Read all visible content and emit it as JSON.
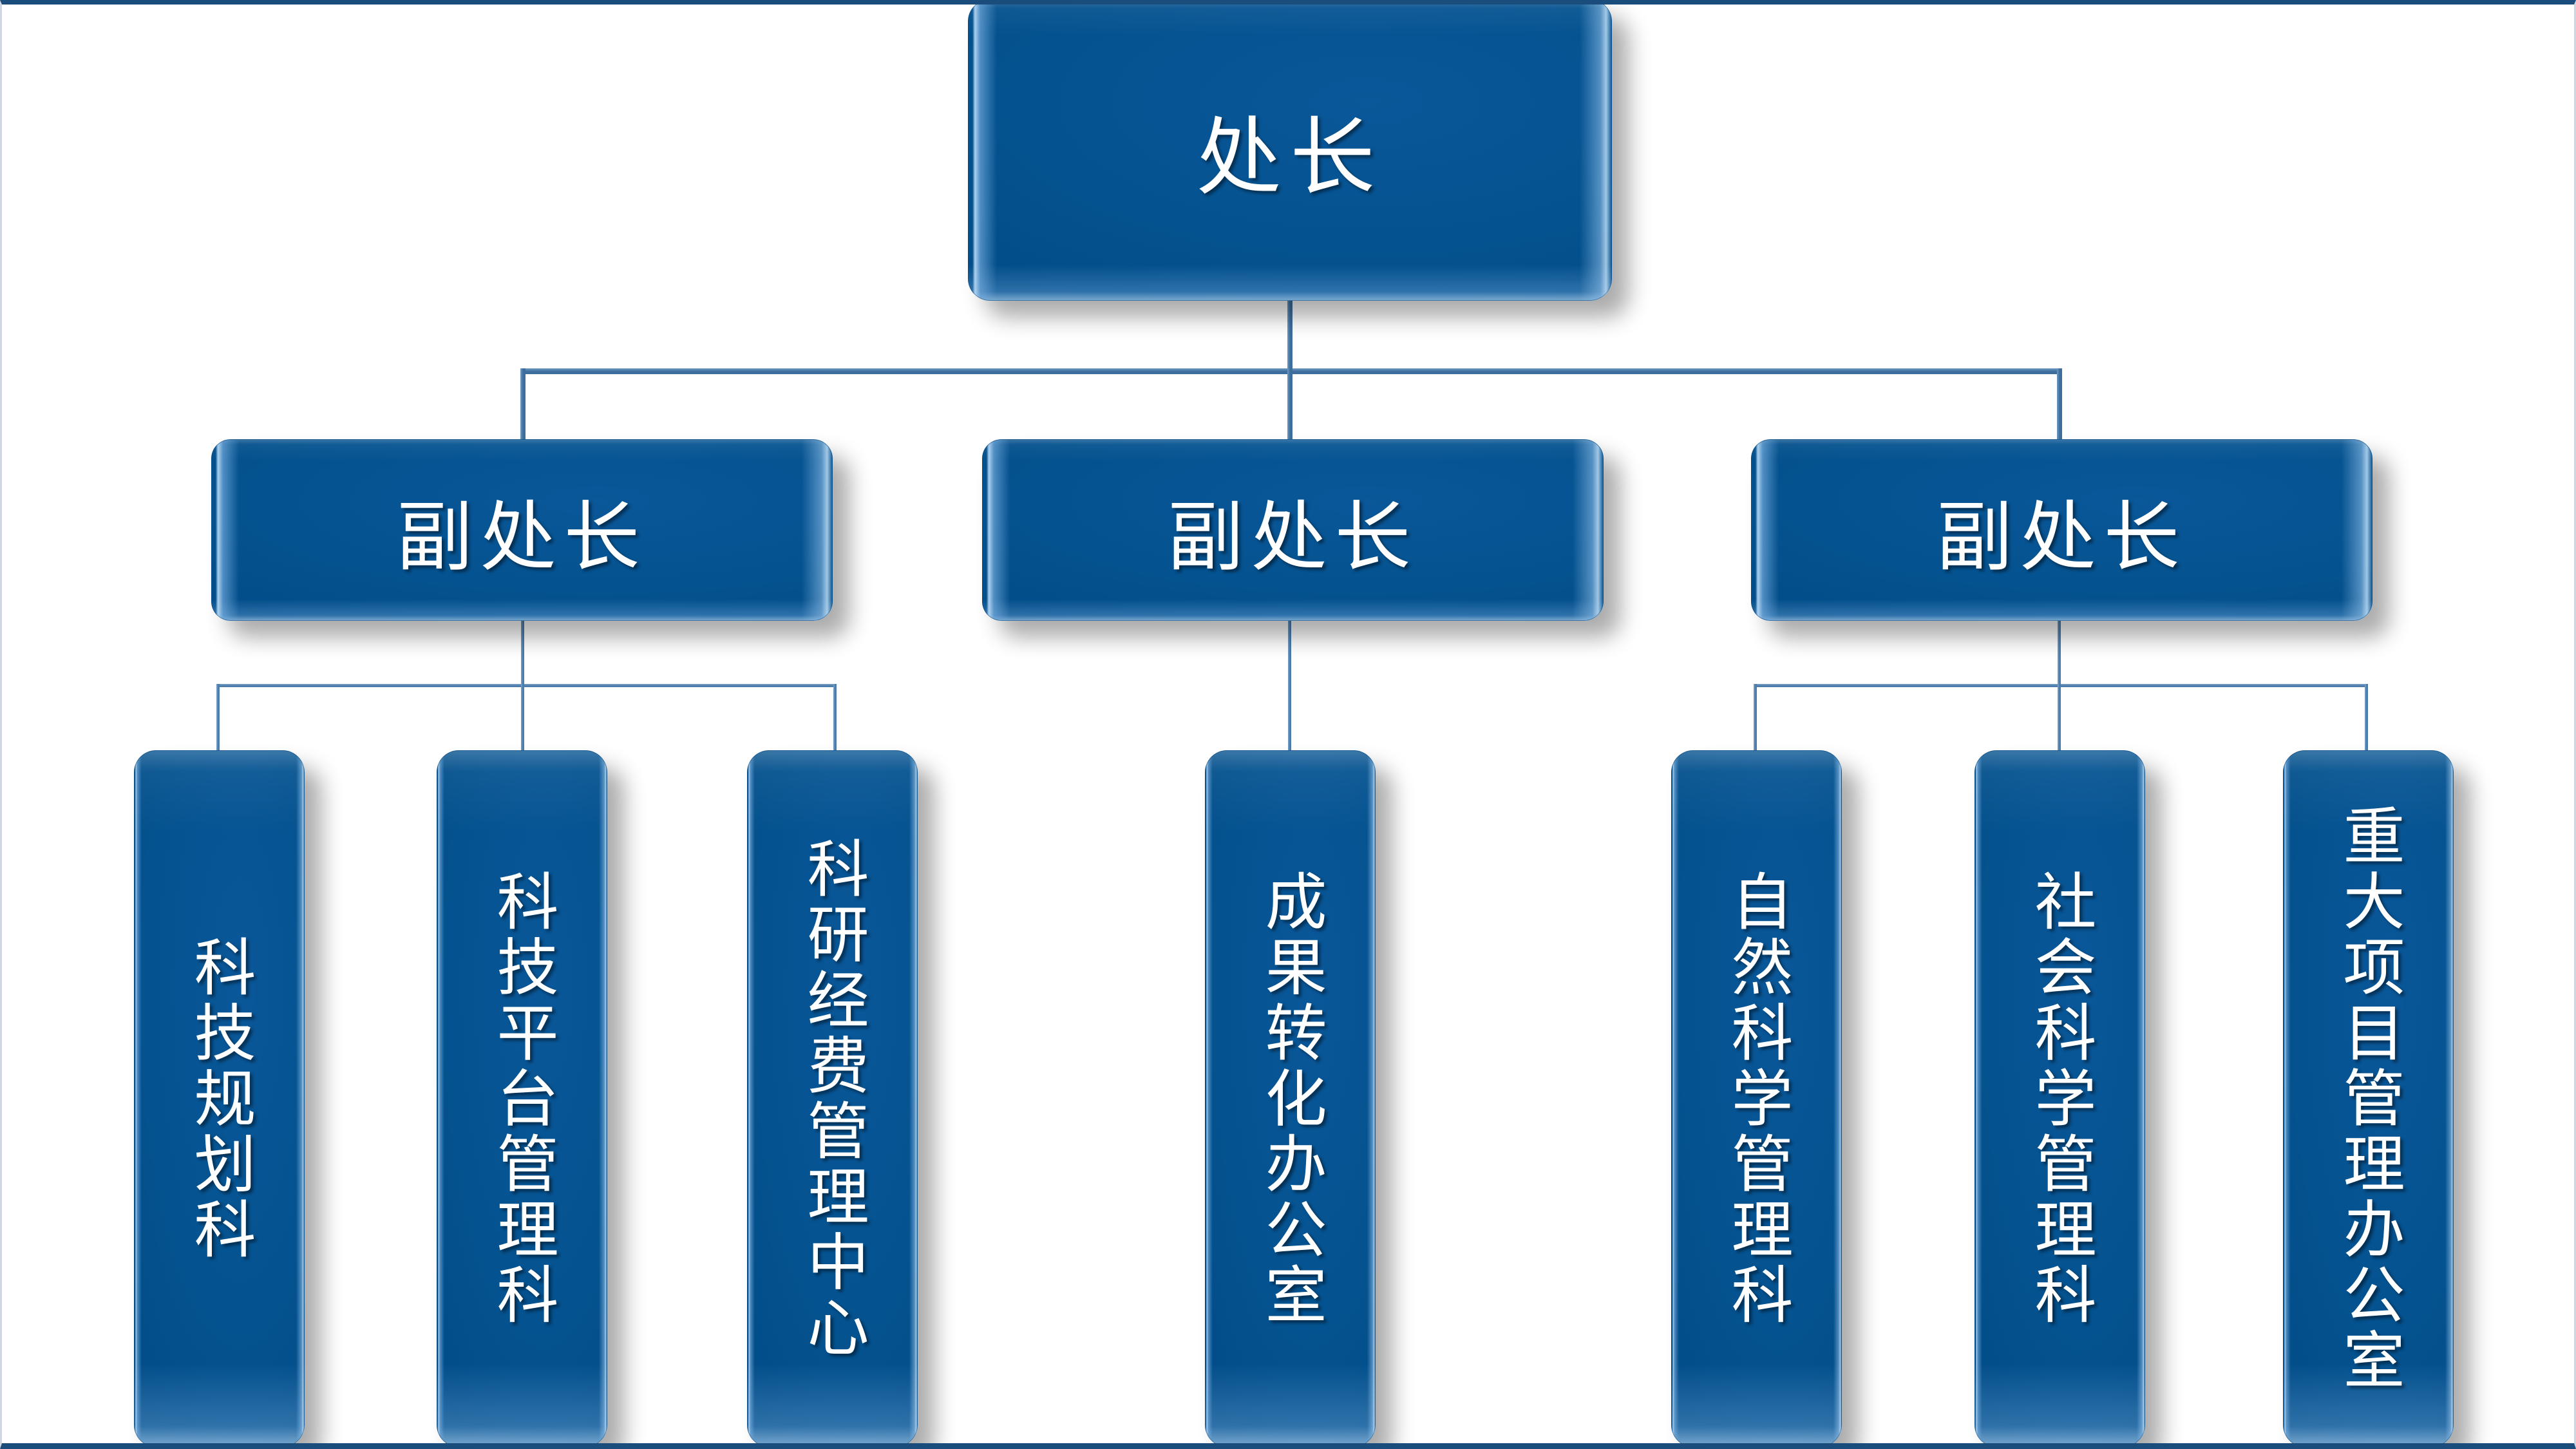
{
  "chart_title": "",
  "colors": {
    "node_fill": "#014C8C",
    "node_fill_light": "#0A5799",
    "node_edge_highlight": "#9ECBF0",
    "connector": "#3D6D9C",
    "connector_light": "#6D9BC4",
    "text": "#FFFFFF",
    "shadow": "rgba(0,0,0,0.33)",
    "page_background": "#FFFFFF",
    "page_border": "#1A4C7C"
  },
  "chart_data": {
    "type": "diagram",
    "diagram_kind": "organization-chart",
    "orientation": "top-down",
    "levels": 3,
    "root": {
      "id": "node-director",
      "label": "处长",
      "text_orientation": "horizontal",
      "level": 1
    },
    "level2": [
      {
        "id": "node-deputy-1",
        "label": "副处长",
        "text_orientation": "horizontal",
        "level": 2,
        "parent": "node-director",
        "children": [
          "node-tech-planning",
          "node-tech-platform",
          "node-funding-center"
        ]
      },
      {
        "id": "node-deputy-2",
        "label": "副处长",
        "text_orientation": "horizontal",
        "level": 2,
        "parent": "node-director",
        "children": [
          "node-achievement-office"
        ]
      },
      {
        "id": "node-deputy-3",
        "label": "副处长",
        "text_orientation": "horizontal",
        "level": 2,
        "parent": "node-director",
        "children": [
          "node-natural-science",
          "node-social-science",
          "node-major-project"
        ]
      }
    ],
    "level3": [
      {
        "id": "node-tech-planning",
        "label": "科技规划科",
        "text_orientation": "vertical",
        "level": 3,
        "parent": "node-deputy-1",
        "char_count": 5
      },
      {
        "id": "node-tech-platform",
        "label": "科技平台管理科",
        "text_orientation": "vertical",
        "level": 3,
        "parent": "node-deputy-1",
        "char_count": 7
      },
      {
        "id": "node-funding-center",
        "label": "科研经费管理中心",
        "text_orientation": "vertical",
        "level": 3,
        "parent": "node-deputy-1",
        "char_count": 8
      },
      {
        "id": "node-achievement-office",
        "label": "成果转化办公室",
        "text_orientation": "vertical",
        "level": 3,
        "parent": "node-deputy-2",
        "char_count": 7
      },
      {
        "id": "node-natural-science",
        "label": "自然科学管理科",
        "text_orientation": "vertical",
        "level": 3,
        "parent": "node-deputy-3",
        "char_count": 7
      },
      {
        "id": "node-social-science",
        "label": "社会科学管理科",
        "text_orientation": "vertical",
        "level": 3,
        "parent": "node-deputy-3",
        "char_count": 7
      },
      {
        "id": "node-major-project",
        "label": "重大项目管理办公室",
        "text_orientation": "vertical",
        "level": 3,
        "parent": "node-deputy-3",
        "char_count": 9
      }
    ]
  },
  "nodes": {
    "director": {
      "label": "处长"
    },
    "deputy_1": {
      "label": "副处长"
    },
    "deputy_2": {
      "label": "副处长"
    },
    "deputy_3": {
      "label": "副处长"
    },
    "tech_planning": {
      "label": "科技规划科"
    },
    "tech_platform": {
      "label": "科技平台管理科"
    },
    "funding_center": {
      "label": "科研经费管理中心"
    },
    "achievement_office": {
      "label": "成果转化办公室"
    },
    "natural_science": {
      "label": "自然科学管理科"
    },
    "social_science": {
      "label": "社会科学管理科"
    },
    "major_project": {
      "label": "重大项目管理办公室"
    }
  }
}
